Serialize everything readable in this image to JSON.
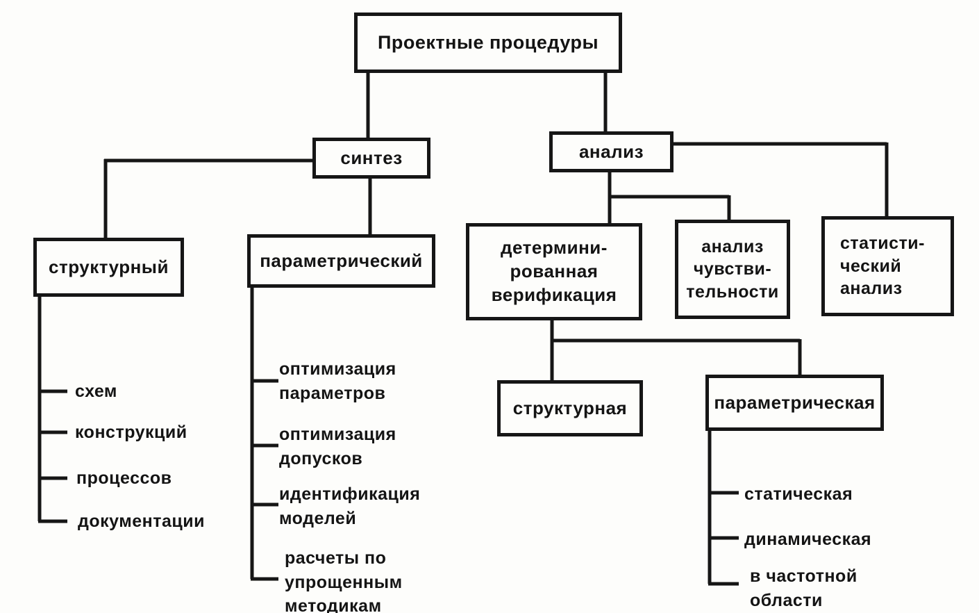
{
  "diagram": {
    "title": "Проектные процедуры",
    "nodes": {
      "synthesis": "синтез",
      "analysis": "анализ",
      "structural_synthesis": "структурный",
      "parametric_synthesis": "параметрический",
      "deterministic_verification": "детермини-\nрованная\nверификация",
      "sensitivity_analysis": "анализ\nчувстви-\nтельности",
      "statistical_analysis": "статисти-\nческий\nанализ",
      "structural_verification": "структурная",
      "parametric_verification": "параметрическая"
    },
    "structural_items": [
      "схем",
      "конструкций",
      "процессов",
      "документации"
    ],
    "parametric_items": [
      "оптимизация\nпараметров",
      "оптимизация\nдопусков",
      "идентификация\nмоделей",
      "расчеты по\nупрощенным\nметодикам"
    ],
    "parametric_verification_items": [
      "статическая",
      "динамическая",
      "в частотной\nобласти"
    ]
  }
}
